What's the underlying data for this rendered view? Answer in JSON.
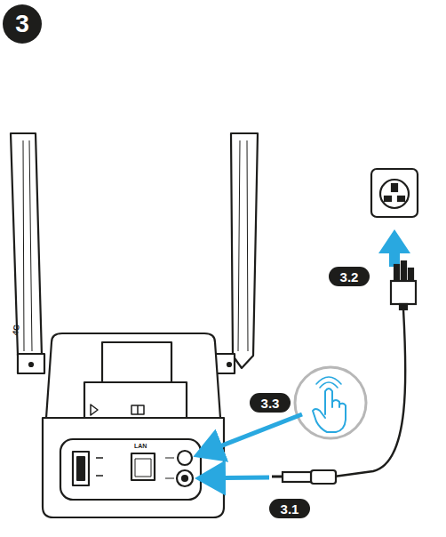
{
  "diagram": {
    "nodes": [
      {
        "text": [
          "3"
        ]
      },
      {
        "text": [
          "3.2"
        ]
      },
      {
        "text": [
          "3.3"
        ]
      },
      {
        "text": [
          "3.1"
        ]
      }
    ],
    "labels": [
      "4G",
      "LAN"
    ]
  }
}
